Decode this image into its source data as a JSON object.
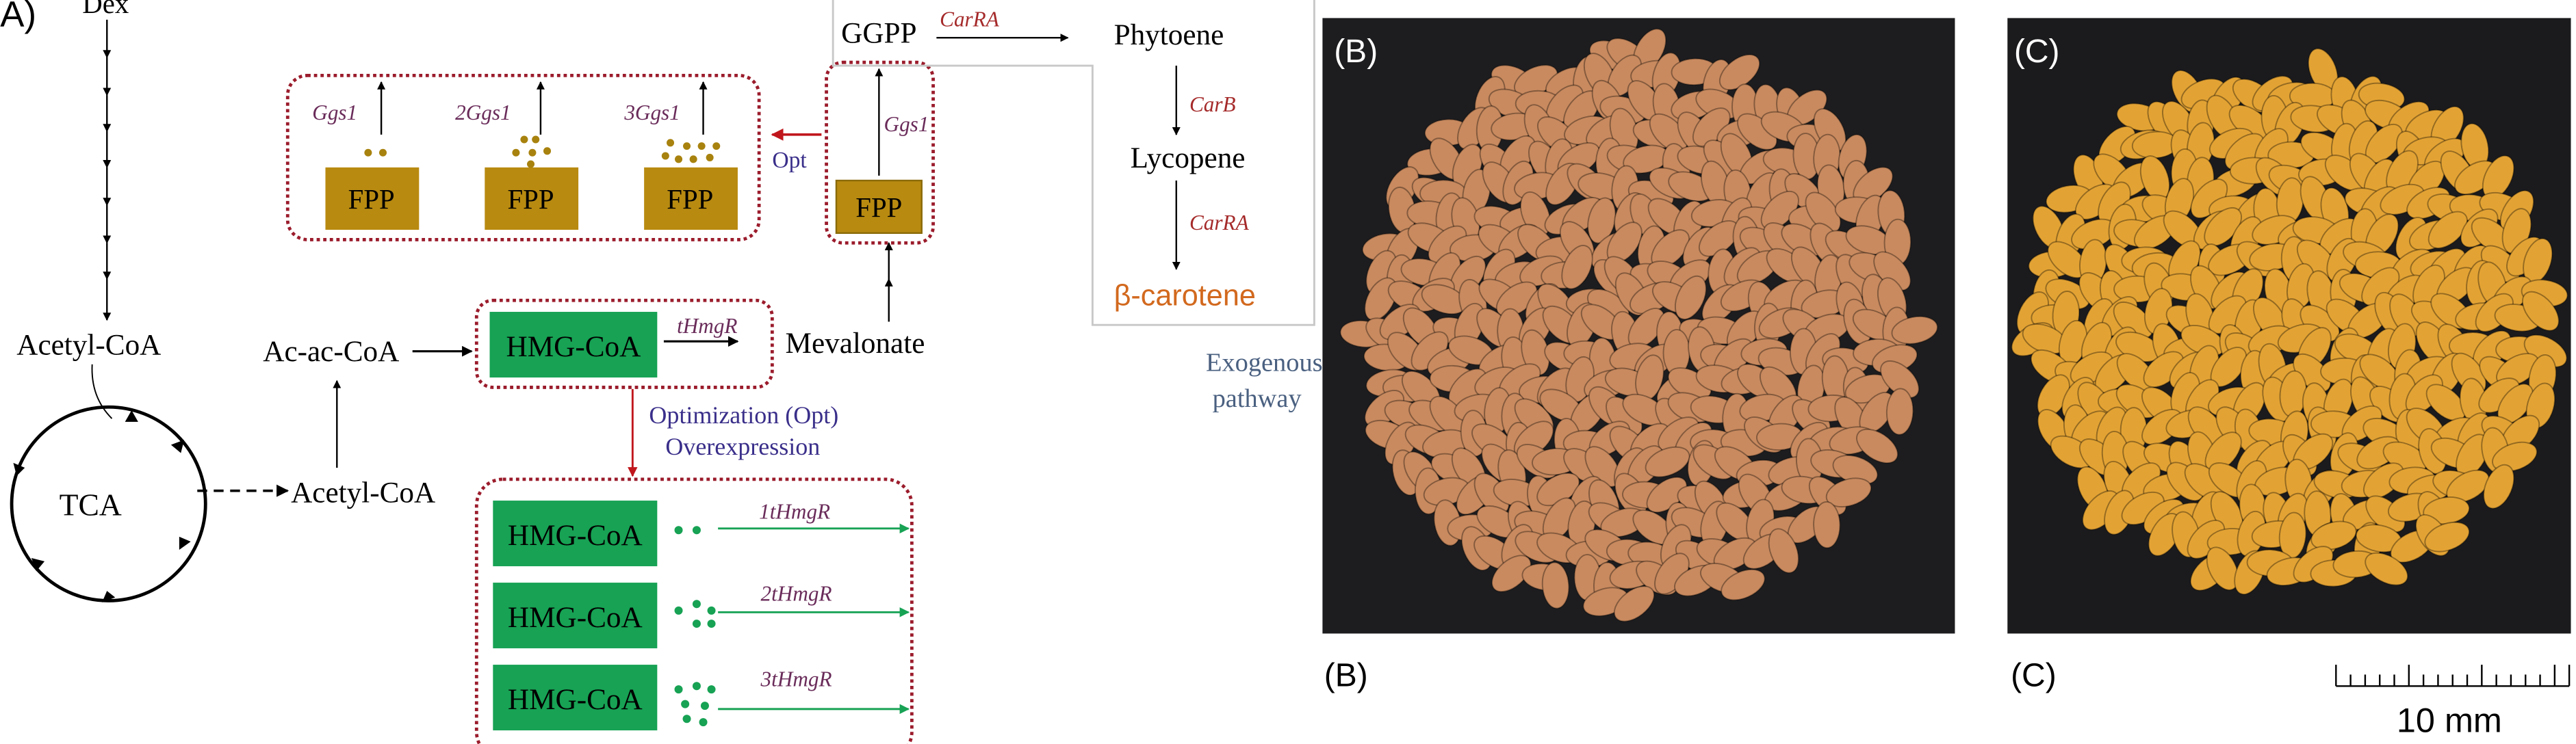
{
  "panel_a": {
    "label": "A)",
    "dex": "Dex",
    "acetyl_coa_top": "Acetyl-CoA",
    "tca": "TCA",
    "acetyl_coa_right": "Acetyl-CoA",
    "ac_ac_coa": "Ac-ac-CoA",
    "hmg_coa": "HMG-CoA",
    "thmgr": "tHmgR",
    "mevalonate": "Mevalonate",
    "fpp": "FPP",
    "ggs1": "Ggs1",
    "opt": "Opt",
    "fpp_variants": [
      {
        "gene": "Ggs1",
        "box": "FPP"
      },
      {
        "gene": "2Ggs1",
        "box": "FPP"
      },
      {
        "gene": "3Ggs1",
        "box": "FPP"
      }
    ],
    "optimization": "Optimization (Opt)",
    "overexpression": "Overexpression",
    "hmg_variants": [
      {
        "box": "HMG-CoA",
        "gene": "1tHmgR"
      },
      {
        "box": "HMG-CoA",
        "gene": "2tHmgR"
      },
      {
        "box": "HMG-CoA",
        "gene": "3tHmgR"
      }
    ],
    "exogenous": {
      "ggpp": "GGPP",
      "carra_1": "CarRA",
      "phytoene": "Phytoene",
      "carb": "CarB",
      "lycopene": "Lycopene",
      "carra_2": "CarRA",
      "beta_carotene": "β-carotene",
      "caption_line1": "Exogenous",
      "caption_line2": "pathway"
    }
  },
  "panel_b": {
    "inset_label": "(B)",
    "caption": "(B)"
  },
  "panel_c": {
    "inset_label": "(C)",
    "caption": "(C)"
  },
  "scale_bar": {
    "label": "10 mm"
  },
  "colors": {
    "fpp_fill": "#b88a10",
    "hmg_fill": "#17a254",
    "dotted_border": "#9b1c2c",
    "gene_red": "#a52a2a",
    "gene_purple": "#6a2c5a",
    "opt_blue": "#3a2f8a",
    "carotene_orange": "#d2691e",
    "exogenous_gray": "#4a6080",
    "grain_b": "#c98a5f",
    "grain_c": "#e3a334"
  }
}
